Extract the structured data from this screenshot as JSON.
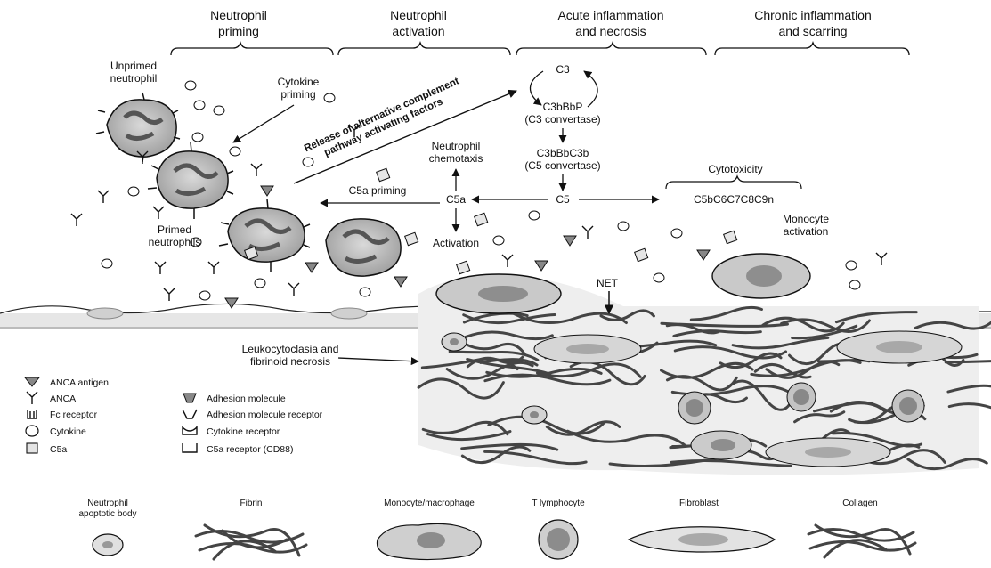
{
  "stages": [
    {
      "line1": "Neutrophil",
      "line2": "priming"
    },
    {
      "line1": "Neutrophil",
      "line2": "activation"
    },
    {
      "line1": "Acute inflammation",
      "line2": "and necrosis"
    },
    {
      "line1": "Chronic inflammation",
      "line2": "and scarring"
    }
  ],
  "cells": {
    "unprimed_line1": "Unprimed",
    "unprimed_line2": "neutrophil",
    "cytokine_priming_line1": "Cytokine",
    "cytokine_priming_line2": "priming",
    "primed_line1": "Primed",
    "primed_line2": "neutrophils",
    "monocyte_activation_line1": "Monocyte",
    "monocyte_activation_line2": "activation",
    "net": "NET",
    "leuko_line1": "Leukocytoclasia and",
    "leuko_line2": "fibrinoid necrosis"
  },
  "pathway": {
    "release_line1": "Release of alternative complement",
    "release_line2": "pathway activating factors",
    "c3": "C3",
    "c3bbbp": "C3bBbP",
    "c3_convertase": "(C3 convertase)",
    "c3bbbc3b": "C3bBbC3b",
    "c5_convertase": "(C5 convertase)",
    "c5": "C5",
    "c5a": "C5a",
    "chemotaxis_line1": "Neutrophil",
    "chemotaxis_line2": "chemotaxis",
    "c5a_priming": "C5a priming",
    "activation": "Activation",
    "cytotoxicity": "Cytotoxicity",
    "mac": "C5bC6C7C8C9n"
  },
  "legend": {
    "col1": [
      {
        "icon": "anca-antigen-icon",
        "label": "ANCA antigen"
      },
      {
        "icon": "anca-icon",
        "label": "ANCA"
      },
      {
        "icon": "fc-receptor-icon",
        "label": "Fc receptor"
      },
      {
        "icon": "cytokine-icon",
        "label": "Cytokine"
      },
      {
        "icon": "c5a-icon",
        "label": "C5a"
      }
    ],
    "col2": [
      {
        "icon": "adhesion-molecule-icon",
        "label": "Adhesion molecule"
      },
      {
        "icon": "adhesion-receptor-icon",
        "label": "Adhesion molecule receptor"
      },
      {
        "icon": "cytokine-receptor-icon",
        "label": "Cytokine receptor"
      },
      {
        "icon": "c5a-receptor-icon",
        "label": "C5a receptor (CD88)"
      }
    ]
  },
  "cell_key": [
    {
      "icon": "apoptotic-body-icon",
      "line1": "Neutrophil",
      "line2": "apoptotic body"
    },
    {
      "icon": "fibrin-icon",
      "line1": "Fibrin",
      "line2": ""
    },
    {
      "icon": "monocyte-icon",
      "line1": "Monocyte/macrophage",
      "line2": ""
    },
    {
      "icon": "t-lymphocyte-icon",
      "line1": "T lymphocyte",
      "line2": ""
    },
    {
      "icon": "fibroblast-icon",
      "line1": "Fibroblast",
      "line2": ""
    },
    {
      "icon": "collagen-icon",
      "line1": "Collagen",
      "line2": ""
    }
  ],
  "colors": {
    "ink": "#111111",
    "gray": "#9a9a9a",
    "light": "#d8d8d8",
    "mid": "#b5b5b5"
  }
}
